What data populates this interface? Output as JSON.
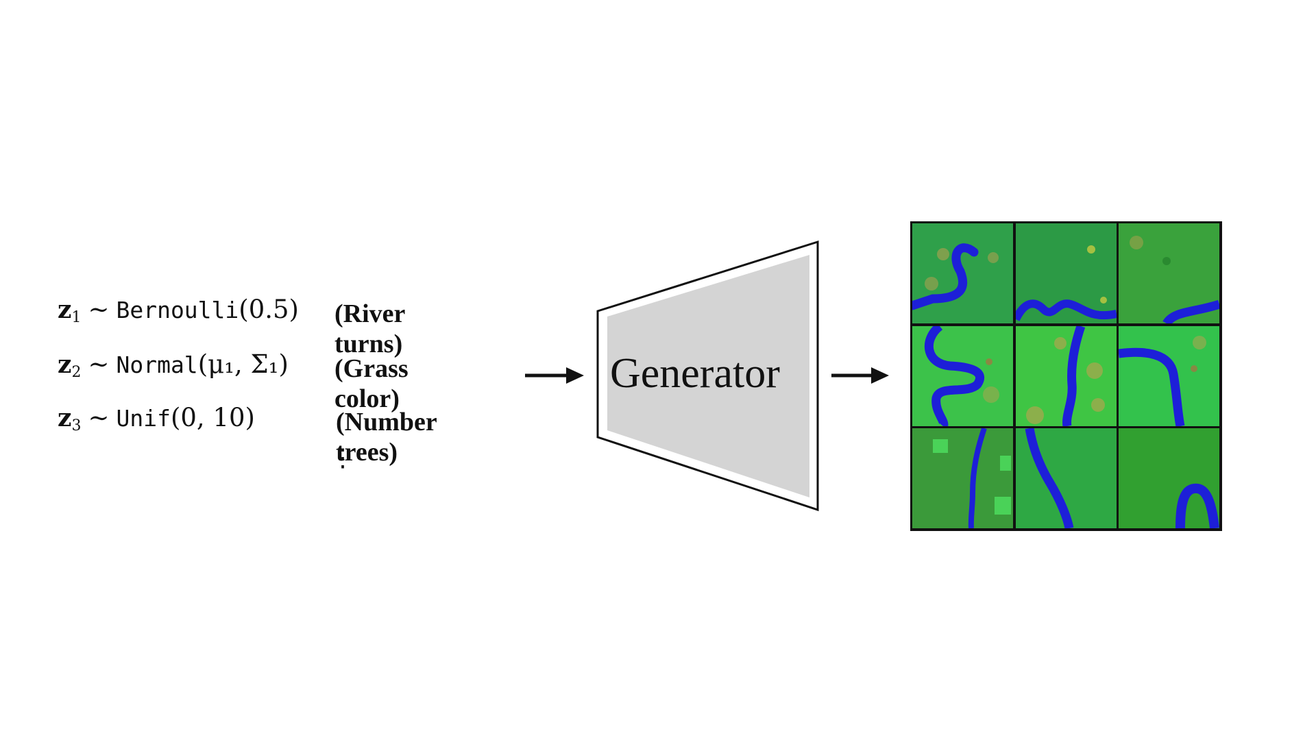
{
  "latents": [
    {
      "var": "z",
      "sub": "1",
      "dist": "Bernoulli",
      "params": "(0.5)",
      "desc": "(River turns)"
    },
    {
      "var": "z",
      "sub": "2",
      "dist": "Normal",
      "params": "(μ₁, Σ₁)",
      "desc": "(Grass color)"
    },
    {
      "var": "z",
      "sub": "3",
      "dist": "Unif",
      "params": "(0, 10)",
      "desc": "(Number trees)"
    }
  ],
  "tilde": "∼",
  "vdots": "⋮",
  "generator": {
    "label": "Generator"
  },
  "samples": {
    "tiles": [
      {
        "grass": "#2fa04a",
        "river": "hook-top"
      },
      {
        "grass": "#2c9a45",
        "river": "bottom-wave"
      },
      {
        "grass": "#3aa23c",
        "river": "bottom-right"
      },
      {
        "grass": "#3cc24a",
        "river": "zigzag"
      },
      {
        "grass": "#3fc544",
        "river": "vertical"
      },
      {
        "grass": "#33c24c",
        "river": "hook-right"
      },
      {
        "grass": "#3b9a3a",
        "river": "left-vertical"
      },
      {
        "grass": "#2ea844",
        "river": "diagonal"
      },
      {
        "grass": "#31a030",
        "river": "arch"
      }
    ],
    "river_color": "#1d1fd8",
    "tree_color": "#c0a050"
  }
}
